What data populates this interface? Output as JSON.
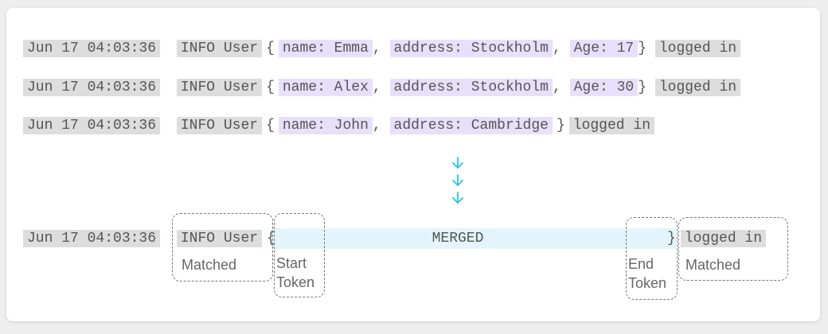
{
  "rows": [
    {
      "timestamp": "Jun 17 04:03:36",
      "info": "INFO User",
      "open_brace": "{",
      "fields": [
        "name: Emma",
        "address: Stockholm",
        "Age: 17"
      ],
      "close_brace": "}",
      "tail": "logged in"
    },
    {
      "timestamp": "Jun 17 04:03:36",
      "info": "INFO User",
      "open_brace": "{",
      "fields": [
        "name: Alex",
        "address: Stockholm",
        "Age: 30"
      ],
      "close_brace": "}",
      "tail": "logged in"
    },
    {
      "timestamp": "Jun 17 04:03:36",
      "info": "INFO User",
      "open_brace": "{",
      "fields": [
        "name: John",
        "address: Cambridge"
      ],
      "close_brace": "}",
      "tail": "logged in"
    }
  ],
  "comma": ",",
  "arrow_color": "#29c4ec",
  "merged": {
    "timestamp": "Jun 17 04:03:36",
    "info": "INFO User",
    "open_brace": "{",
    "label": "MERGED",
    "close_brace": "}",
    "tail": "logged in"
  },
  "captions": {
    "matched_left": "Matched",
    "start_token_1": "Start",
    "start_token_2": "Token",
    "end_token_1": "End",
    "end_token_2": "Token",
    "matched_right": "Matched"
  }
}
